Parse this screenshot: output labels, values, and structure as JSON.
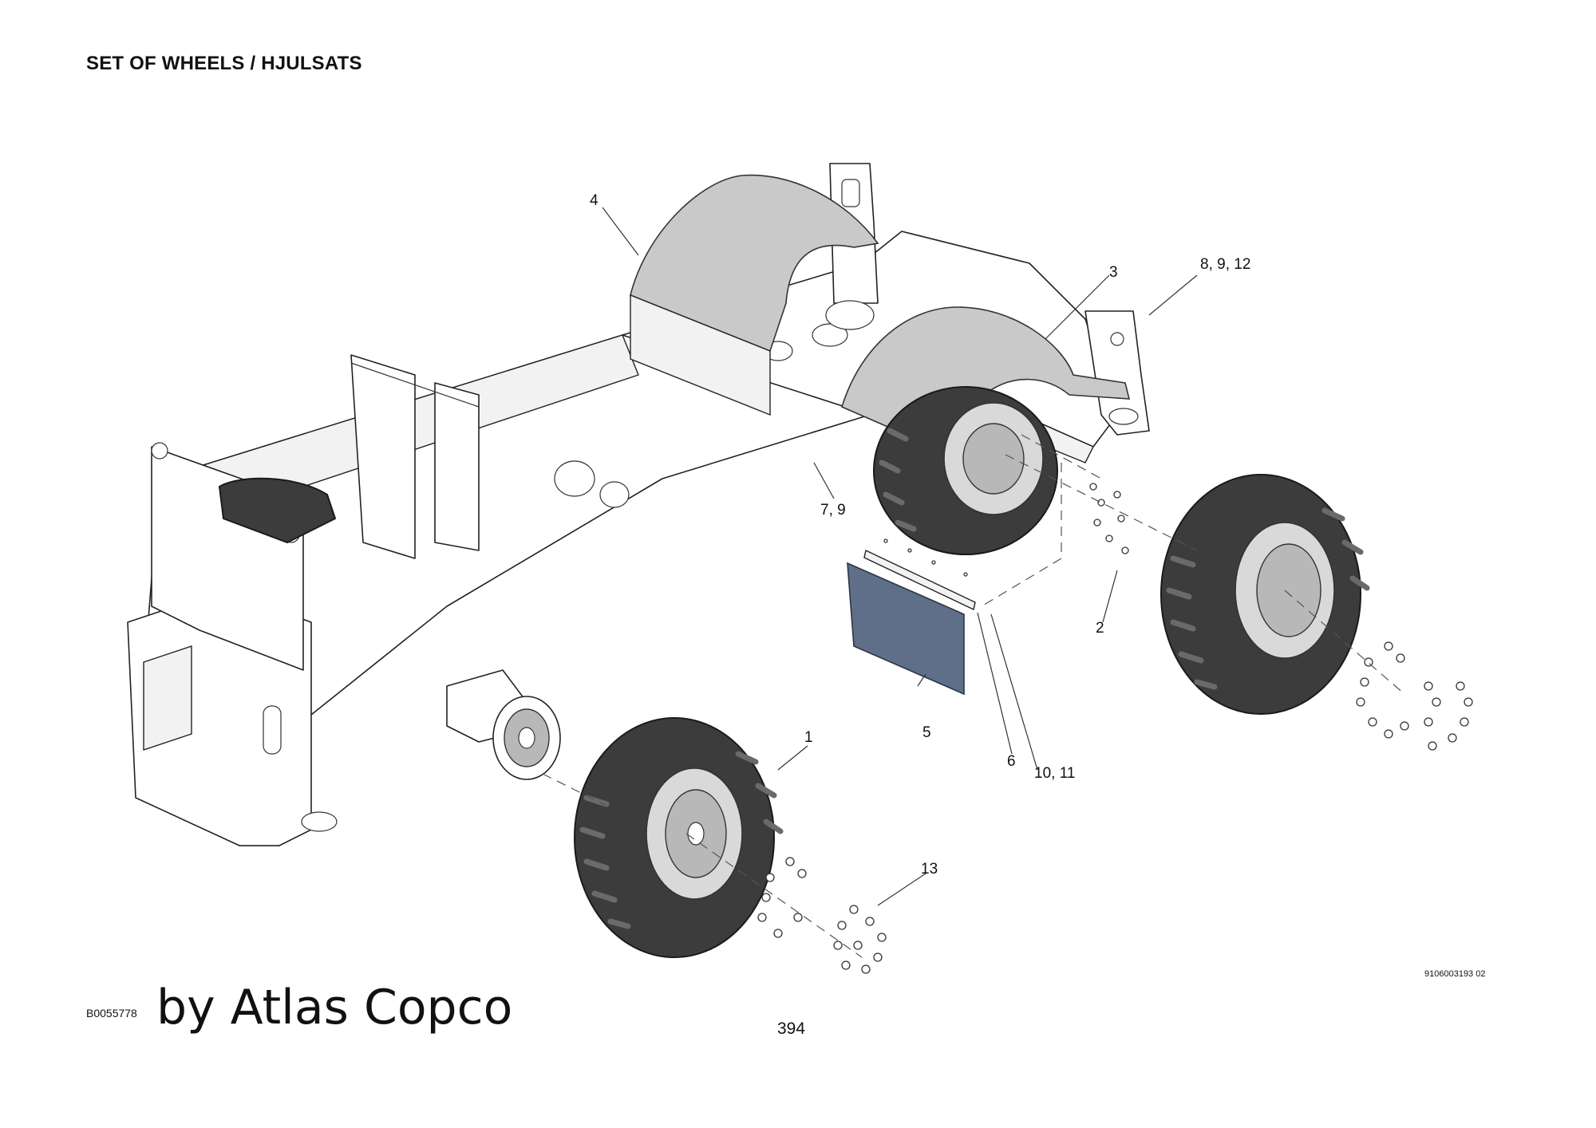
{
  "page": {
    "title": "SET OF WHEELS / HJULSATS",
    "drawing_code": "9106003193 02",
    "document_code": "B0055778",
    "watermark": "by Atlas Copco",
    "page_number": "394"
  },
  "callouts": [
    {
      "id": "c1",
      "label": "1"
    },
    {
      "id": "c2",
      "label": "2"
    },
    {
      "id": "c3",
      "label": "3"
    },
    {
      "id": "c4",
      "label": "4"
    },
    {
      "id": "c5",
      "label": "5"
    },
    {
      "id": "c6",
      "label": "6"
    },
    {
      "id": "c7",
      "label": "7, 9"
    },
    {
      "id": "c8",
      "label": "8, 9, 12"
    },
    {
      "id": "c10",
      "label": "10, 11"
    },
    {
      "id": "c13",
      "label": "13"
    }
  ],
  "colors": {
    "fender": "#c9c9c9",
    "tire": "#3c3c3c",
    "mud_flap": "#5f6f8a"
  }
}
